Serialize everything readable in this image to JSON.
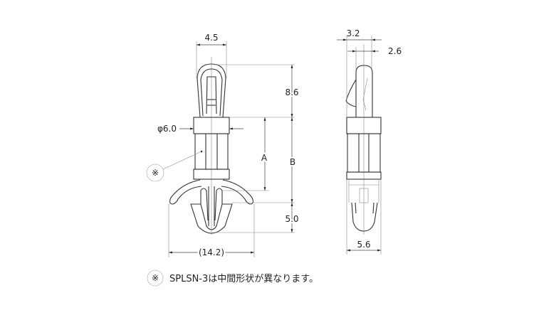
{
  "front_view": {
    "dim_head_width": "4.5",
    "dim_head_height": "8.6",
    "dim_diameter": "φ6.0",
    "dim_a": "A",
    "dim_b": "B",
    "dim_tip_height": "5.0",
    "dim_wing_span": "(14.2)",
    "callout_mark": "※"
  },
  "side_view": {
    "dim_head_outer": "3.2",
    "dim_head_inner": "2.6",
    "dim_base_width": "5.6"
  },
  "footnote": {
    "mark": "※",
    "text": "SPLSN-3は中間形状が異なります。"
  }
}
